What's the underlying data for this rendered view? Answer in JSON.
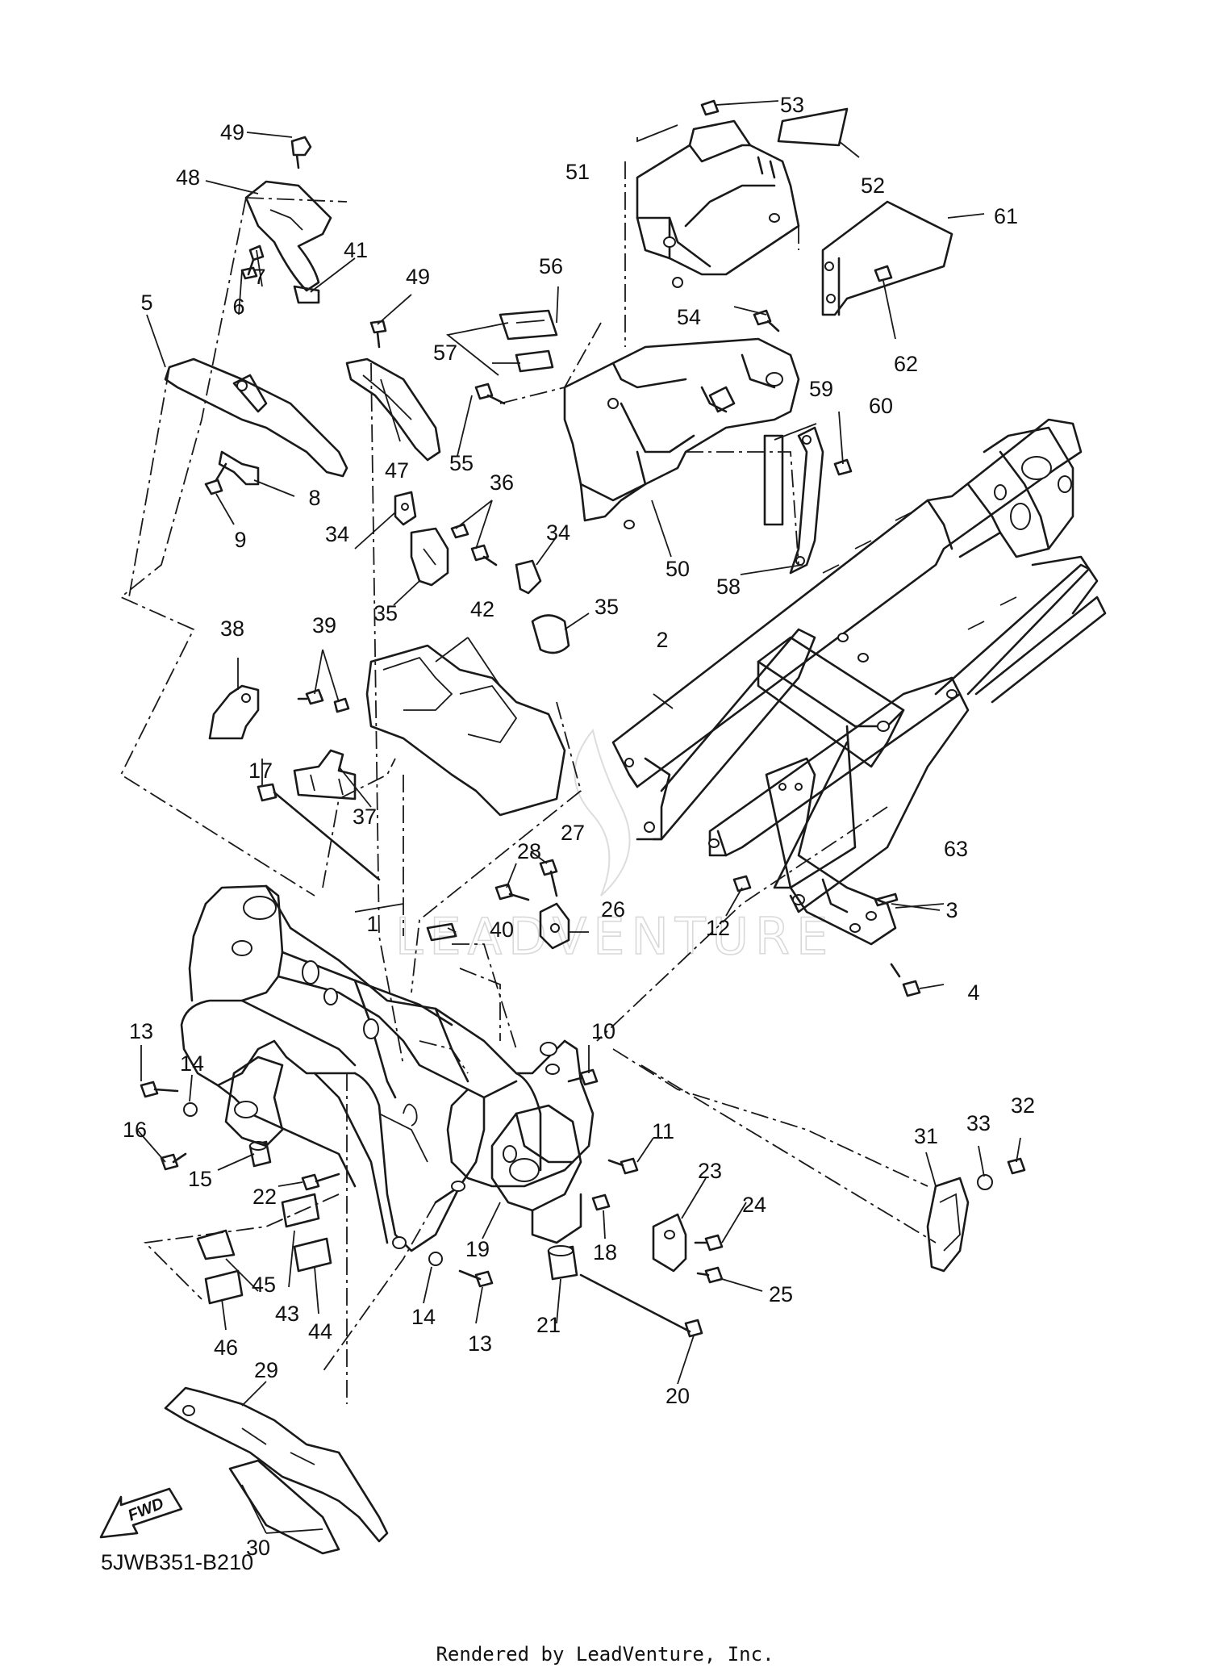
{
  "diagram_code": "5JWB351-B210",
  "credit": "Rendered by LeadVenture, Inc.",
  "watermark": "LEADVENTURE",
  "fwd_label": "FWD",
  "callouts": [
    "1",
    "2",
    "3",
    "4",
    "5",
    "6",
    "7",
    "8",
    "9",
    "10",
    "11",
    "12",
    "13",
    "14",
    "15",
    "16",
    "17",
    "18",
    "19",
    "20",
    "21",
    "22",
    "23",
    "24",
    "25",
    "26",
    "27",
    "28",
    "29",
    "30",
    "31",
    "32",
    "33",
    "34",
    "35",
    "36",
    "37",
    "38",
    "39",
    "40",
    "41",
    "42",
    "43",
    "44",
    "45",
    "46",
    "47",
    "48",
    "49",
    "50",
    "51",
    "52",
    "53",
    "54",
    "55",
    "56",
    "57",
    "58",
    "59",
    "60",
    "61",
    "62",
    "63"
  ]
}
